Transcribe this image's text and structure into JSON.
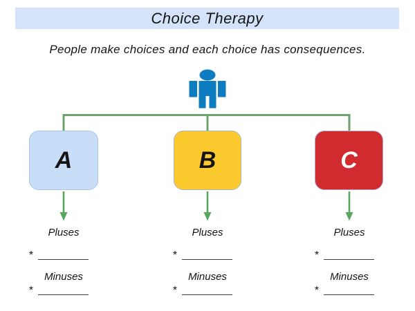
{
  "title": "Choice Therapy",
  "subtitle": "People make choices and each choice has consequences.",
  "colors": {
    "title_bar_bg": "#d5e3fa",
    "text": "#141414",
    "person_blue": "#0d7cc1",
    "connector_green": "#6aa46a",
    "arrow_green": "#58a75c",
    "blank_line": "#3c3c3c"
  },
  "choices": [
    {
      "label": "A",
      "fill": "#c8ddf8",
      "border": "#a8c6ec",
      "text_color": "#141414"
    },
    {
      "label": "B",
      "fill": "#fcca2f",
      "border": "#a9b4bf",
      "text_color": "#141414"
    },
    {
      "label": "C",
      "fill": "#d12b30",
      "border": "#ada9cd",
      "text_color": "#ffffff"
    }
  ],
  "columns": [
    {
      "pluses_label": "Pluses",
      "plus_marker": "*",
      "minuses_label": "Minuses",
      "minus_marker": "*"
    },
    {
      "pluses_label": "Pluses",
      "plus_marker": "*",
      "minuses_label": "Minuses",
      "minus_marker": "*"
    },
    {
      "pluses_label": "Pluses",
      "plus_marker": "*",
      "minuses_label": "Minuses",
      "minus_marker": "*"
    }
  ]
}
